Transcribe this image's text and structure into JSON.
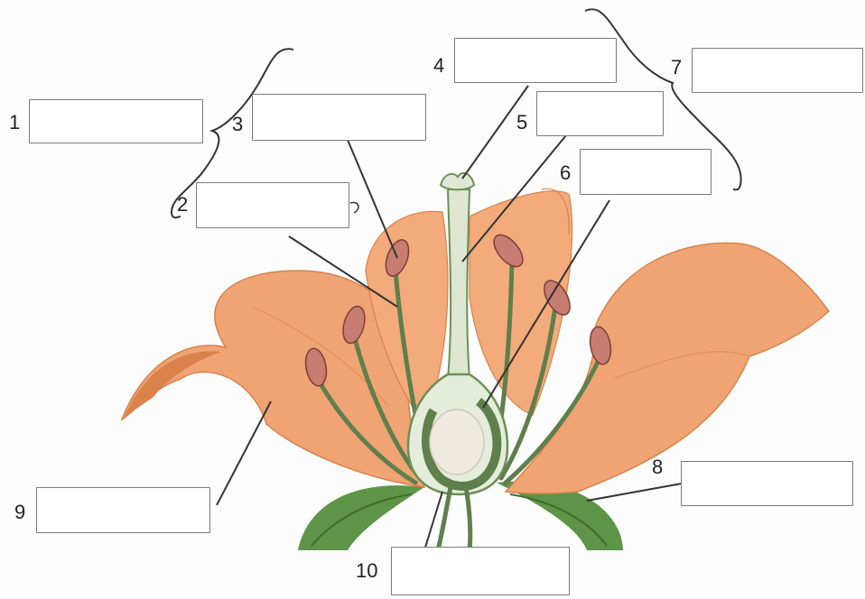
{
  "diagram": {
    "labels": [
      {
        "number": "1",
        "answer": ""
      },
      {
        "number": "2",
        "answer": ""
      },
      {
        "number": "3",
        "answer": ""
      },
      {
        "number": "4",
        "answer": ""
      },
      {
        "number": "5",
        "answer": ""
      },
      {
        "number": "6",
        "answer": ""
      },
      {
        "number": "7",
        "answer": ""
      },
      {
        "number": "8",
        "answer": ""
      },
      {
        "number": "9",
        "answer": ""
      },
      {
        "number": "10",
        "answer": ""
      }
    ],
    "colors": {
      "petal": "#f0a473",
      "petal_shadow": "#d9824b",
      "filament": "#5f7f4c",
      "anther": "#c77d72",
      "pistil": "#dde7d2",
      "pistil_outline": "#6e8f58",
      "ovule": "#efeadf",
      "sepal": "#5e9447",
      "leader_line": "#333333"
    }
  }
}
